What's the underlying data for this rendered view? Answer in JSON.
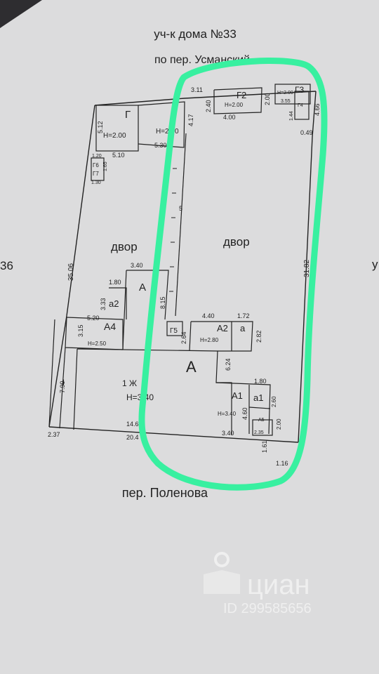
{
  "photo": {
    "header_line1": "уч-к дома №33",
    "header_line2": "по пер. Усманский",
    "footer_street": "пер. Поленова",
    "left_edge_number": "36",
    "right_edge_letter": "у"
  },
  "plan": {
    "yard_labels": [
      "двор",
      "двор"
    ],
    "rooms": {
      "g": "Г",
      "g_height": "H=2.00",
      "g2": "Г2",
      "g2_height": "H=2.00",
      "g3": "Г3",
      "g3_height": "H=2.00",
      "shed_height": "H=2.00",
      "g5": "Г5",
      "a": "А",
      "a_main": "А",
      "a1": "А1",
      "a1_height": "H=3.40",
      "a1_small": "а1",
      "a2": "А2",
      "a2_height": "H=2.80",
      "a_small": "а",
      "a2_small": "а2",
      "a4": "А4",
      "a4_height": "H=2.50",
      "a5": "А5",
      "lzh": "1 Ж",
      "lzh_height": "H=3.40",
      "i_mark": "I",
      "g6": "Г6",
      "g7": "Г7",
      "g4": "Г4"
    },
    "dimensions": {
      "d311": "3.11",
      "d240": "2.40",
      "d400": "4.00",
      "d200_top": "2.00",
      "d355": "3.55",
      "d144": "1.44",
      "d466": "4.66",
      "d049": "0.49",
      "d417": "4.17",
      "d512": "5.12",
      "d510": "5.10",
      "d530": "5.30",
      "d120": "1.20",
      "d130": "1.30",
      "d165": "1.65",
      "d3506": "35.06",
      "d3182": "31.82",
      "d340_top": "3.40",
      "d180": "1.80",
      "d333": "3.33",
      "d815": "8.15",
      "d520": "5.20",
      "d315": "3.15",
      "d440": "4.40",
      "d172": "1.72",
      "d282": "2.82",
      "d264": "2.64",
      "d624": "6.24",
      "d790": "7.90",
      "d180b": "1.80",
      "d460": "4.60",
      "d260": "2.60",
      "d146": "14.6",
      "d204": "20.4",
      "d237": "2.37",
      "d340_bottom": "3.40",
      "d235": "2.35",
      "d200_bottom": "2.00",
      "d161": "1.61",
      "d116": "1.16",
      "d5": "5"
    }
  },
  "watermark": {
    "brand": "циан",
    "listing_id": "ID 299585656"
  },
  "colors": {
    "background": "#3b3a3d",
    "paper": "#dcdcdd",
    "highlight": "#38f0a0",
    "ink": "#222222"
  }
}
